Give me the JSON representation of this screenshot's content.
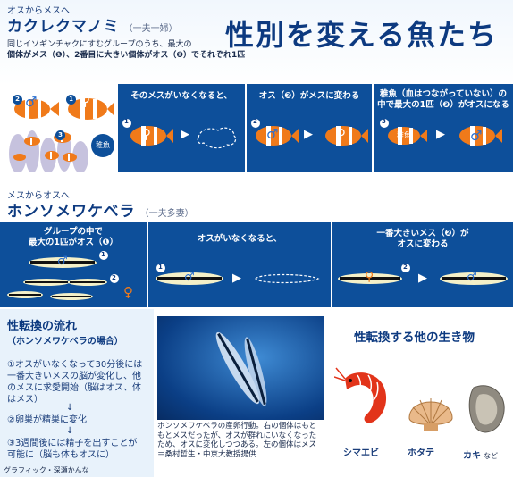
{
  "header": {
    "title": "性別を変える魚たち"
  },
  "clownfish": {
    "sub": "オスからメスへ",
    "title": "カクレクマノミ",
    "note": "（一夫一婦）",
    "desc_line1": "同じイソギンチャクにすむグループのうち、最大の",
    "desc_line2": "個体がメス（❶）、2番目に大きい個体がオス（❷）でそれぞれ1匹",
    "panel1_text": "そのメスがいなくなると、",
    "panel2_text": "オス（❷）がメスに変わる",
    "panel3_line1": "稚魚（血はつながっていない）の",
    "panel3_line2": "中で最大の1匹（❸）がオスになる",
    "juvenile_label": "稚魚",
    "badge1": "1",
    "badge2": "2",
    "badge3": "3"
  },
  "wrasse": {
    "sub": "メスからオスへ",
    "title": "ホンソメワケベラ",
    "note": "（一夫多妻）",
    "panel1_line1": "グループの中で",
    "panel1_line2": "最大の1匹がオス（❶）",
    "panel2_text": "オスがいなくなると、",
    "panel3_line1": "一番大きいメス（❷）が",
    "panel3_line2": "オスに変わる",
    "badge1": "1",
    "badge2": "2"
  },
  "flow": {
    "title": "性転換の流れ",
    "subtitle": "（ホンソメワケベラの場合）",
    "step1_l1": "①オスがいなくなって30分後には",
    "step1_l2": "一番大きいメスの脳が変化し、他",
    "step1_l3": "のメスに求愛開始（脳はオス、体",
    "step1_l4": "はメス）",
    "step2": "②卵巣が精巣に変化",
    "step3_l1": "③3週間後には精子を出すことが",
    "step3_l2": "可能に（脳も体もオスに）",
    "down_arrow": "↓"
  },
  "photo": {
    "caption_l1": "ホンソメワケベラの産卵行動。右の個体はもと",
    "caption_l2": "もとメスだったが、オスが群れにいなくなった",
    "caption_l3": "ため、オスに変化しつつある。左の個体はメス",
    "caption_l4": "＝桑村哲生・中京大教授提供"
  },
  "others": {
    "title": "性転換する他の生き物",
    "items": [
      {
        "name": "シマエビ"
      },
      {
        "name": "ホタテ"
      },
      {
        "name": "カキ"
      }
    ],
    "etc": "など"
  },
  "credit": "グラフィック・深瀬かんな",
  "symbols": {
    "male": "♂",
    "female": "♀",
    "arrow": "▶"
  },
  "colors": {
    "panel_blue": "#0d4f9a",
    "title_blue": "#0d3a80",
    "clown_orange": "#f07a1a",
    "light_bg": "#e8f2fb"
  }
}
